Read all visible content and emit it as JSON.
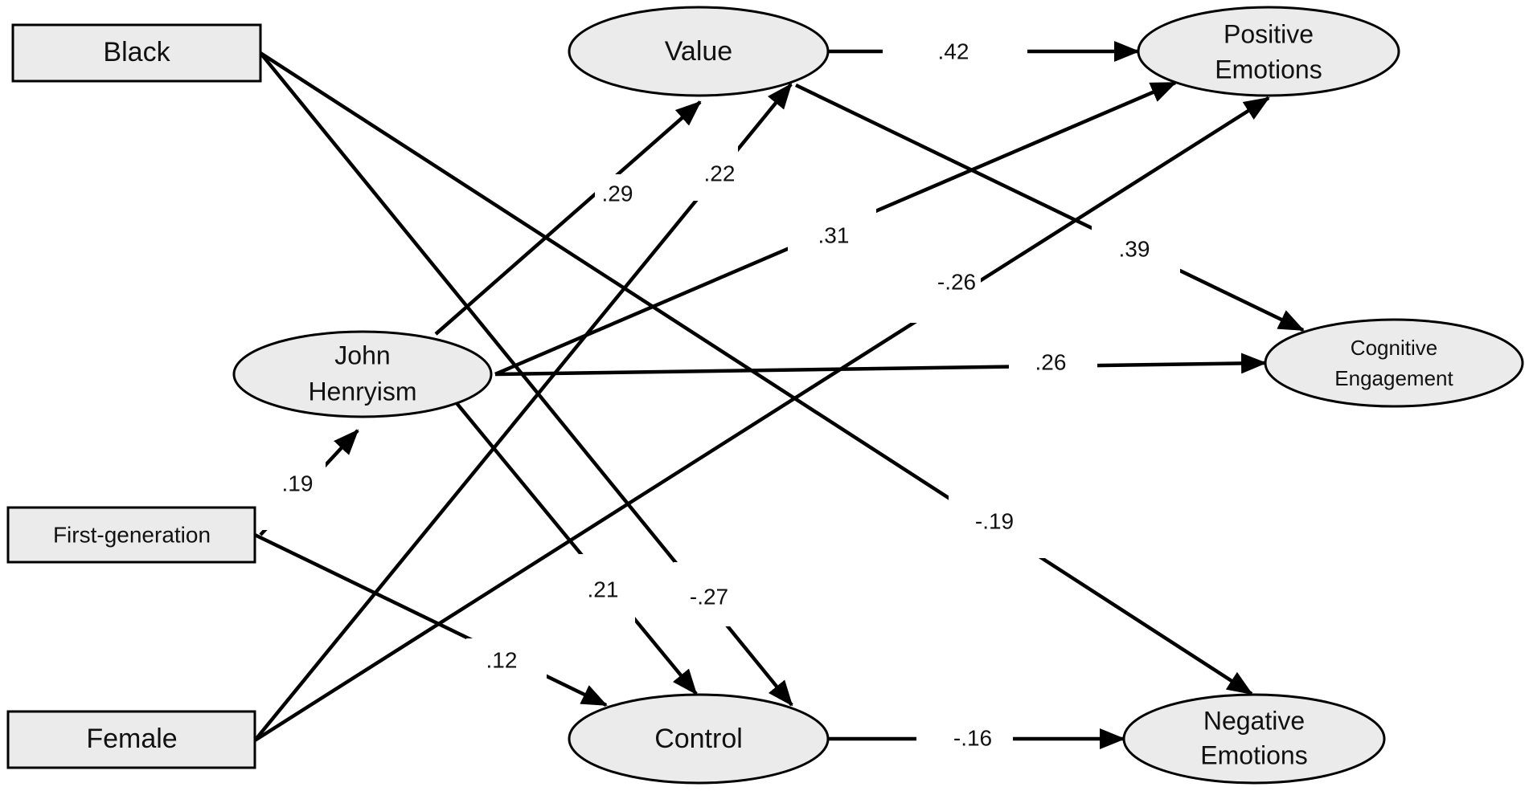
{
  "nodes": {
    "black": {
      "label": "Black"
    },
    "first_generation": {
      "label": "First-generation"
    },
    "female": {
      "label": "Female"
    },
    "john_henryism": {
      "line1": "John",
      "line2": "Henryism"
    },
    "value": {
      "label": "Value"
    },
    "control": {
      "label": "Control"
    },
    "positive_emotions": {
      "line1": "Positive",
      "line2": "Emotions"
    },
    "cognitive_engagement": {
      "line1": "Cognitive",
      "line2": "Engagement"
    },
    "negative_emotions": {
      "line1": "Negative",
      "line2": "Emotions"
    }
  },
  "paths": [
    {
      "id": "value-positive",
      "from": "Value",
      "to": "Positive Emotions",
      "coef": ".42"
    },
    {
      "id": "jh-value",
      "from": "John Henryism",
      "to": "Value",
      "coef": ".29"
    },
    {
      "id": "female-value",
      "from": "Female",
      "to": "Value",
      "coef": ".22"
    },
    {
      "id": "jh-positive",
      "from": "John Henryism",
      "to": "Positive Emotions",
      "coef": ".31"
    },
    {
      "id": "value-cognitive",
      "from": "Value",
      "to": "Cognitive Engagement",
      "coef": ".39"
    },
    {
      "id": "female-positive",
      "from": "Female",
      "to": "Positive Emotions",
      "coef": "-.26"
    },
    {
      "id": "jh-cognitive",
      "from": "John Henryism",
      "to": "Cognitive Engagement",
      "coef": ".26"
    },
    {
      "id": "firstgen-jh",
      "from": "First-generation",
      "to": "John Henryism",
      "coef": ".19"
    },
    {
      "id": "black-negative",
      "from": "Black",
      "to": "Negative Emotions",
      "coef": "-.19"
    },
    {
      "id": "jh-control",
      "from": "John Henryism",
      "to": "Control",
      "coef": ".21"
    },
    {
      "id": "black-control",
      "from": "Black",
      "to": "Control",
      "coef": "-.27"
    },
    {
      "id": "firstgen-control",
      "from": "First-generation",
      "to": "Control",
      "coef": ".12"
    },
    {
      "id": "control-negative",
      "from": "Control",
      "to": "Negative Emotions",
      "coef": "-.16"
    }
  ]
}
